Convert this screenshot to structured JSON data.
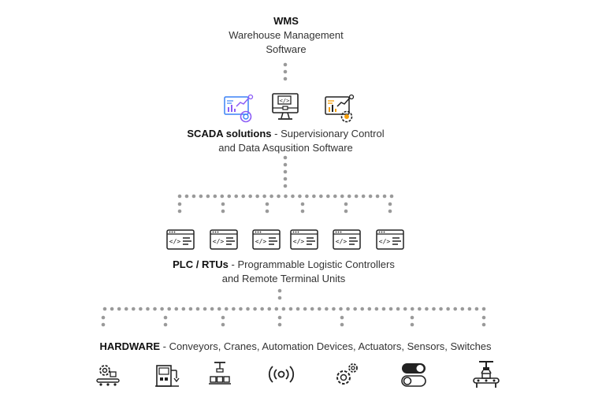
{
  "wms": {
    "title": "WMS",
    "line1": "Warehouse Management",
    "line2": "Software"
  },
  "scada": {
    "title": "SCADA solutions",
    "desc1": " - Supervisionary Control",
    "desc2": "and Data Asqusition Software"
  },
  "plc": {
    "title": "PLC / RTUs",
    "desc1": " - Programmable Logistic Controllers",
    "desc2": "and Remote Terminal Units"
  },
  "hardware": {
    "title": "HARDWARE",
    "desc": " - Conveyors, Cranes, Automation Devices, Actuators, Sensors, Switches"
  },
  "scada_icons": [
    "analytics-dashboard-icon",
    "code-monitor-icon",
    "report-settings-icon"
  ],
  "plc_icons": [
    "code-window-icon",
    "code-window-icon",
    "code-window-icon",
    "code-window-icon",
    "code-window-icon",
    "code-window-icon"
  ],
  "hardware_icons": [
    "gear-conveyor-icon",
    "robot-vending-icon",
    "crane-boxes-icon",
    "sensor-signal-icon",
    "gears-cog-icon",
    "toggle-switches-icon",
    "conveyor-robot-arm-icon"
  ],
  "colors": {
    "dots": "#9a9a9a",
    "line": "#222222",
    "purple": "#8b5cf6",
    "blue": "#3b82f6",
    "orange": "#f59e0b"
  }
}
